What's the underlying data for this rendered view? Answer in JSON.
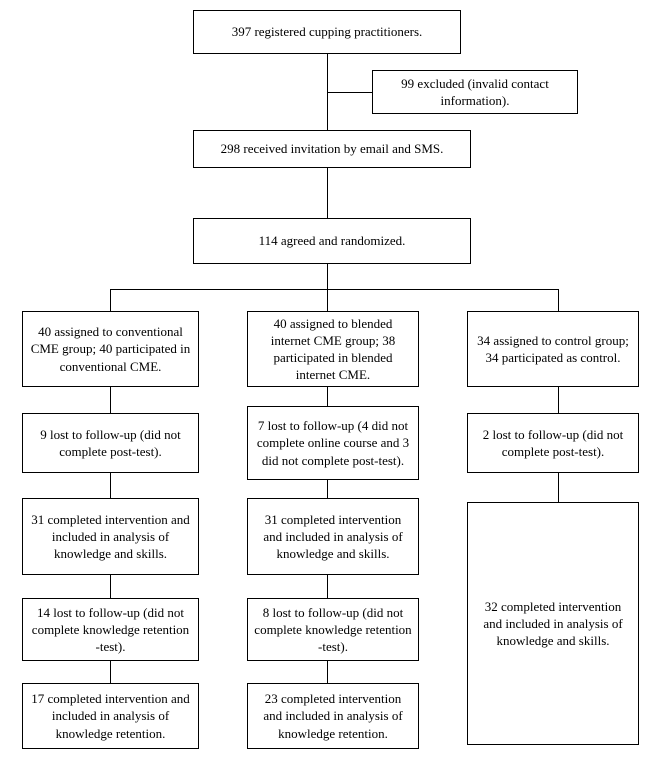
{
  "diagram": {
    "type": "flowchart",
    "title": "CONSORT participant flow diagram",
    "line_color": "#000000",
    "box_fill": "#ffffff",
    "text_color": "#000000",
    "nodes": {
      "enrollment": "397 registered cupping practitioners.",
      "excluded": "99 excluded (invalid contact information).",
      "invited": "298 received invitation by email and SMS.",
      "randomized": "114 agreed and randomized.",
      "arm_conventional": "40 assigned to conventional CME group; 40 participated in conventional CME.",
      "arm_blended": "40 assigned to blended internet CME group; 38 participated in blended internet CME.",
      "arm_control": "34 assigned to control group; 34 participated as control.",
      "lost_conventional_1": "9 lost to follow-up (did not complete post-test).",
      "lost_blended_1": "7 lost to follow-up (4 did not complete online course and 3 did not complete post-test).",
      "lost_control_1": "2 lost to follow-up (did not complete post-test).",
      "analysis_conventional_1": "31 completed intervention and included in analysis of knowledge and skills.",
      "analysis_blended_1": "31 completed intervention and included in analysis of knowledge and skills.",
      "analysis_control_1": "32 completed intervention and included in analysis of knowledge and skills.",
      "lost_conventional_2": "14 lost to follow-up (did not complete knowledge retention -test).",
      "lost_blended_2": "8 lost to follow-up (did not complete knowledge retention -test).",
      "analysis_conventional_2": "17 completed intervention and included in analysis of knowledge retention.",
      "analysis_blended_2": "23 completed intervention and included in analysis of knowledge retention."
    },
    "counts": {
      "registered": 397,
      "excluded": 99,
      "invited": 298,
      "randomized": 114,
      "conventional_assigned": 40,
      "conventional_participated": 40,
      "blended_assigned": 40,
      "blended_participated": 38,
      "control_assigned": 34,
      "control_participated": 34,
      "conventional_lost_1": 9,
      "blended_lost_1": 7,
      "blended_lost_1_online": 4,
      "blended_lost_1_posttest": 3,
      "control_lost_1": 2,
      "conventional_analyzed_1": 31,
      "blended_analyzed_1": 31,
      "control_analyzed_1": 32,
      "conventional_lost_2": 14,
      "blended_lost_2": 8,
      "conventional_analyzed_2": 17,
      "blended_analyzed_2": 23
    }
  }
}
